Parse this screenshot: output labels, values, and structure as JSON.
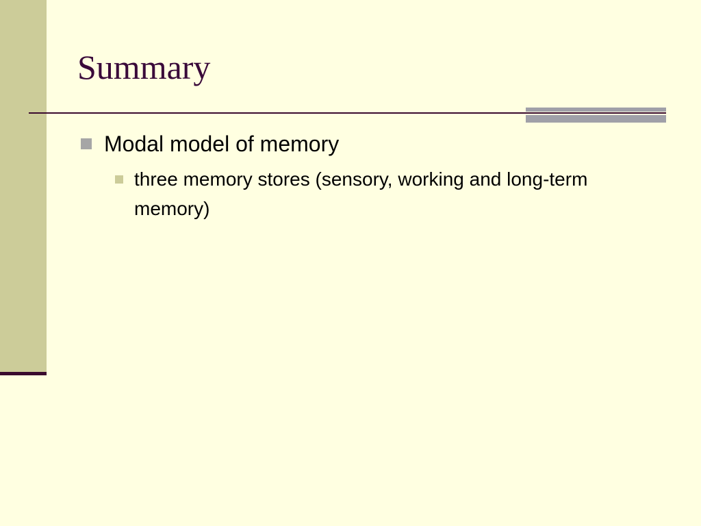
{
  "slide": {
    "title": "Summary",
    "bullets": [
      {
        "text": "Modal model of memory",
        "children": [
          {
            "text": "three memory stores (sensory, working and long-term memory)"
          }
        ]
      }
    ]
  },
  "colors": {
    "background": "#ffffe1",
    "sidebar": "#cccc99",
    "title_text": "#3a0a3a",
    "rule": "#3a0a2e",
    "accent": "#a0a0a8",
    "bullet_level1": "#a6a6a6",
    "bullet_level2": "#cccc99"
  }
}
